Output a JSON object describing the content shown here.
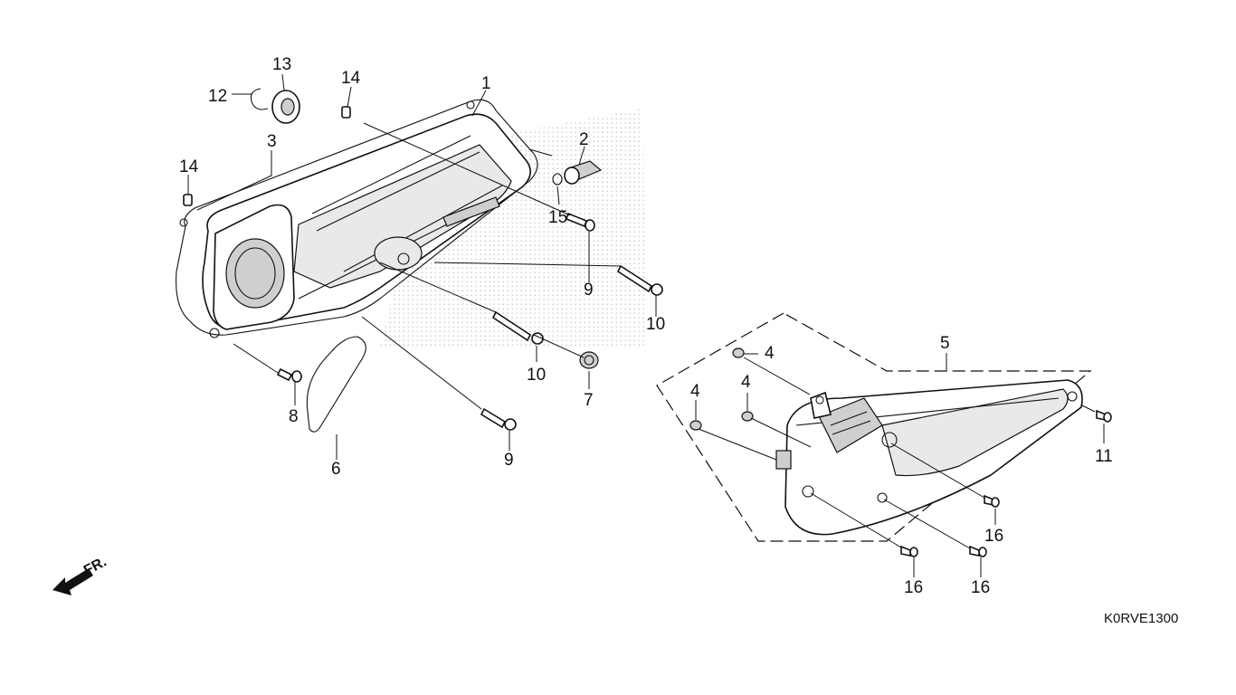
{
  "diagram": {
    "code": "K0RVE1300",
    "front_label": "FR.",
    "callouts": {
      "c1": "1",
      "c2": "2",
      "c3": "3",
      "c4a": "4",
      "c4b": "4",
      "c4c": "4",
      "c5": "5",
      "c6": "6",
      "c7": "7",
      "c8": "8",
      "c9a": "9",
      "c9b": "9",
      "c10a": "10",
      "c10b": "10",
      "c11": "11",
      "c12": "12",
      "c13": "13",
      "c14a": "14",
      "c14b": "14",
      "c15": "15",
      "c16a": "16",
      "c16b": "16",
      "c16c": "16"
    }
  }
}
